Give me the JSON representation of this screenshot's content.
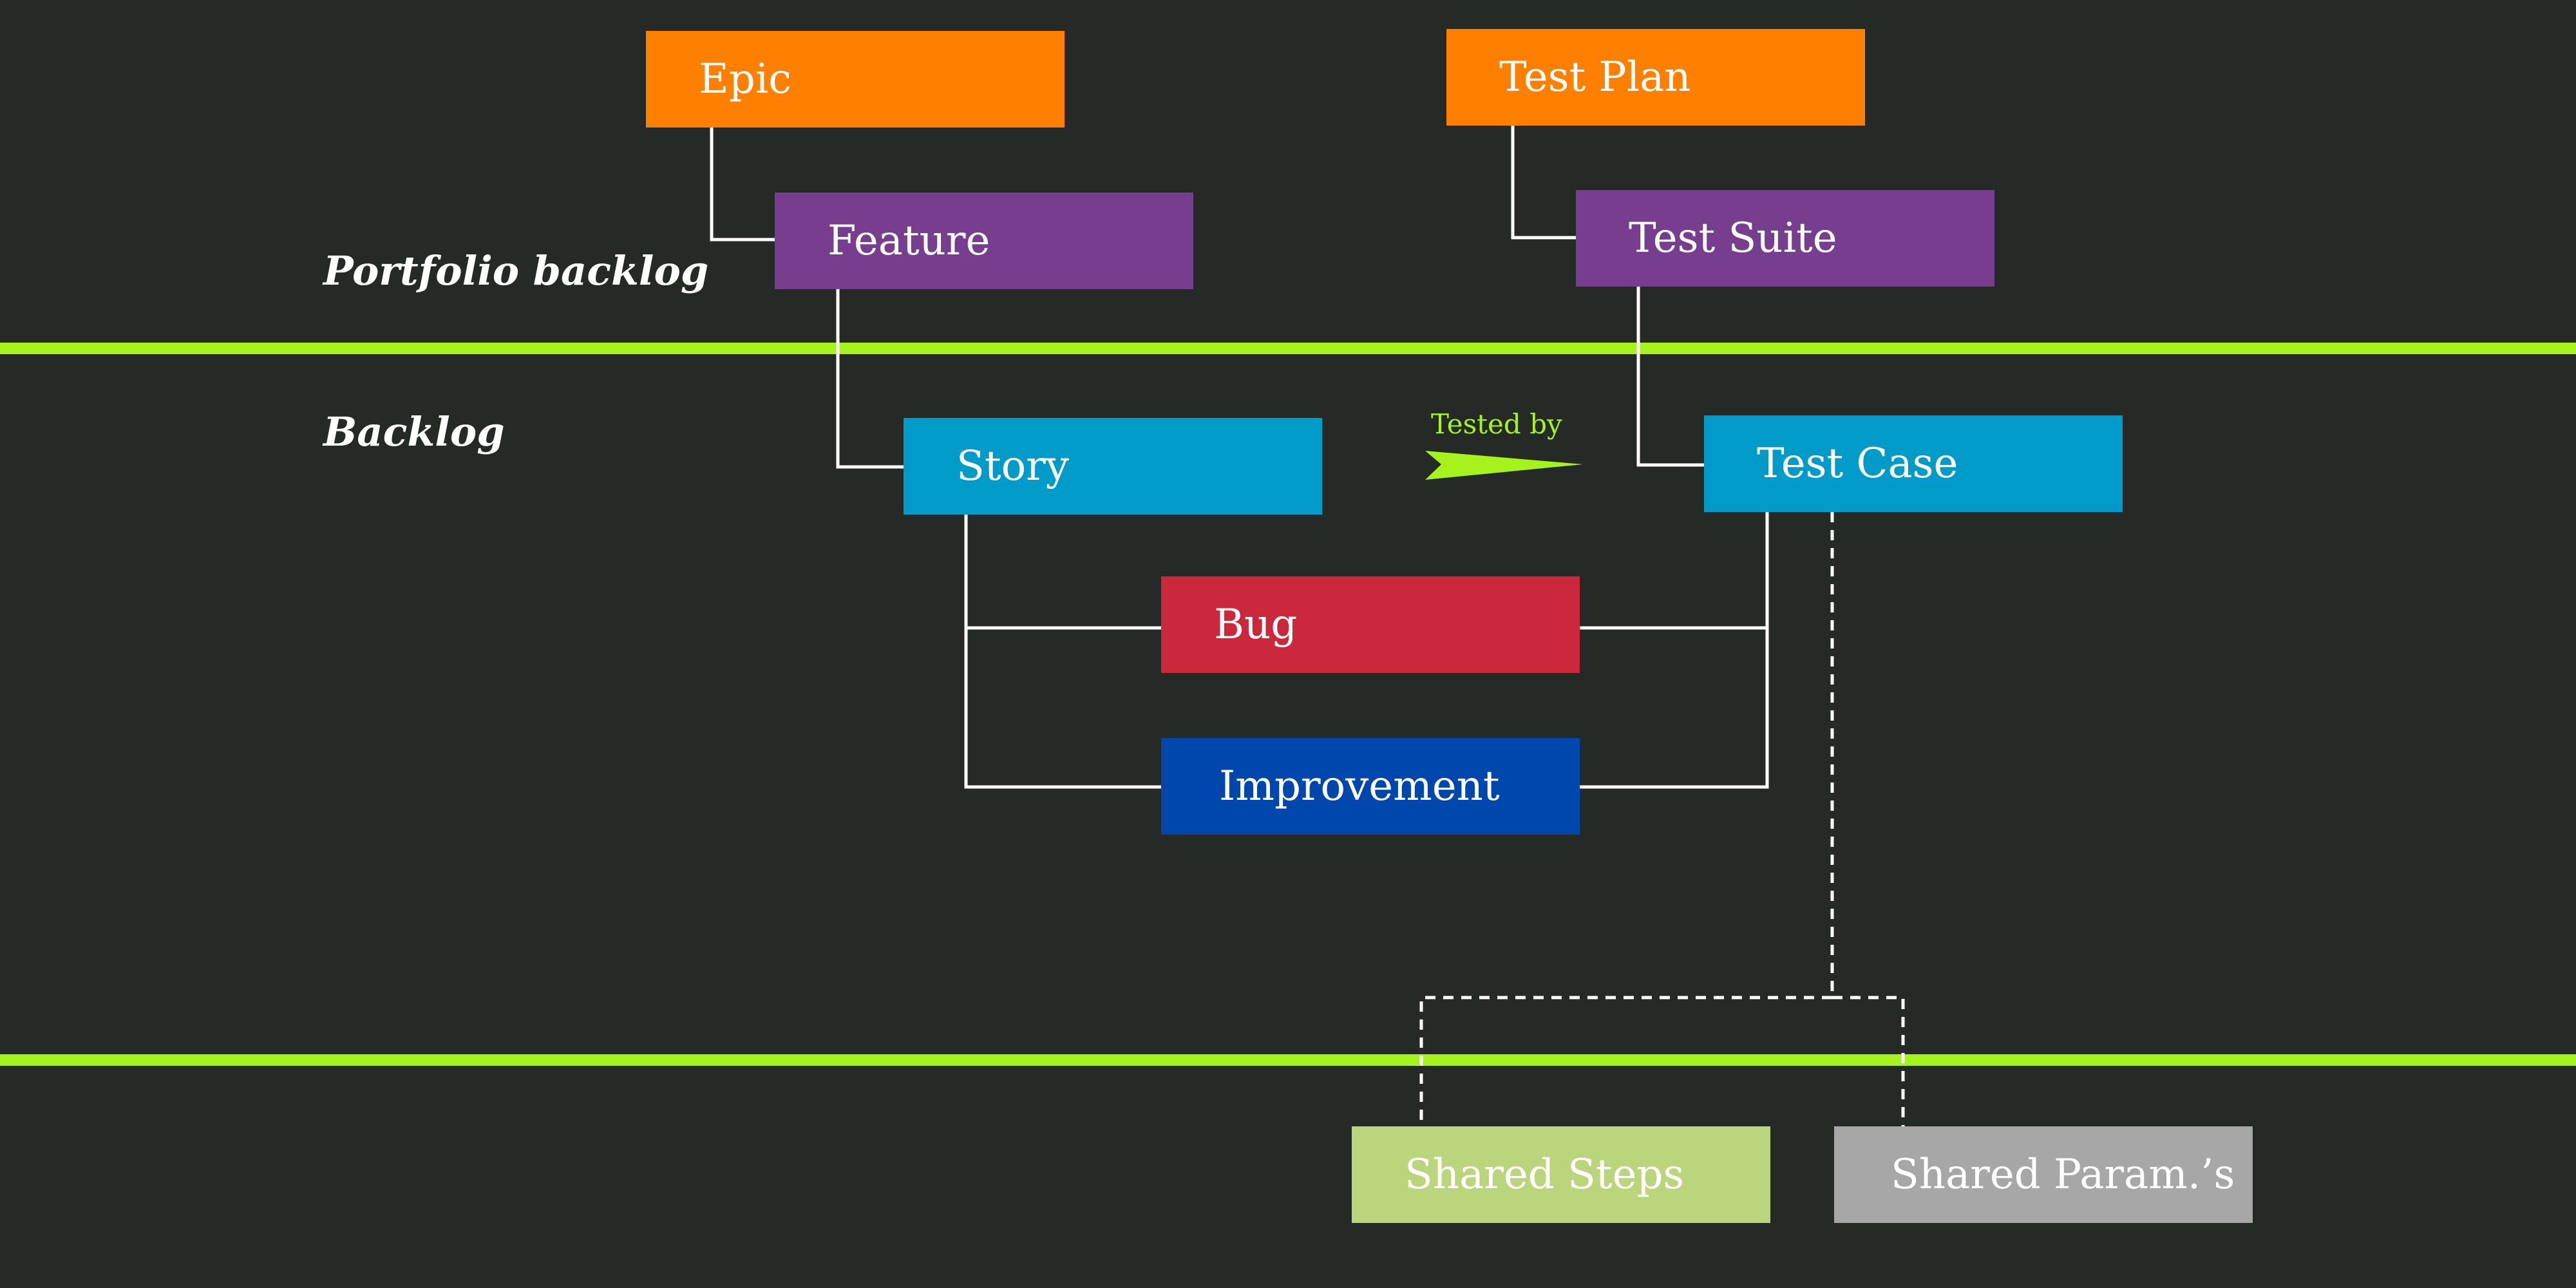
{
  "swimlanes": {
    "portfolio_label": "Portfolio backlog",
    "backlog_label": "Backlog"
  },
  "work_items": {
    "epic": "Epic",
    "feature": "Feature",
    "story": "Story",
    "bug": "Bug",
    "improvement": "Improvement"
  },
  "test_items": {
    "test_plan": "Test Plan",
    "test_suite": "Test Suite",
    "test_case": "Test Case",
    "shared_steps": "Shared Steps",
    "shared_params": "Shared Param.’s"
  },
  "relation": {
    "tested_by": "Tested by"
  },
  "colors": {
    "background": "#252a26",
    "divider": "#a5f21c",
    "connector": "#ffffff",
    "orange": "#ff7f00",
    "purple": "#773e90",
    "cyan": "#019bca",
    "red": "#cb293b",
    "blue": "#0047ad",
    "light_green": "#bad57b",
    "gray": "#a7a7a7"
  }
}
